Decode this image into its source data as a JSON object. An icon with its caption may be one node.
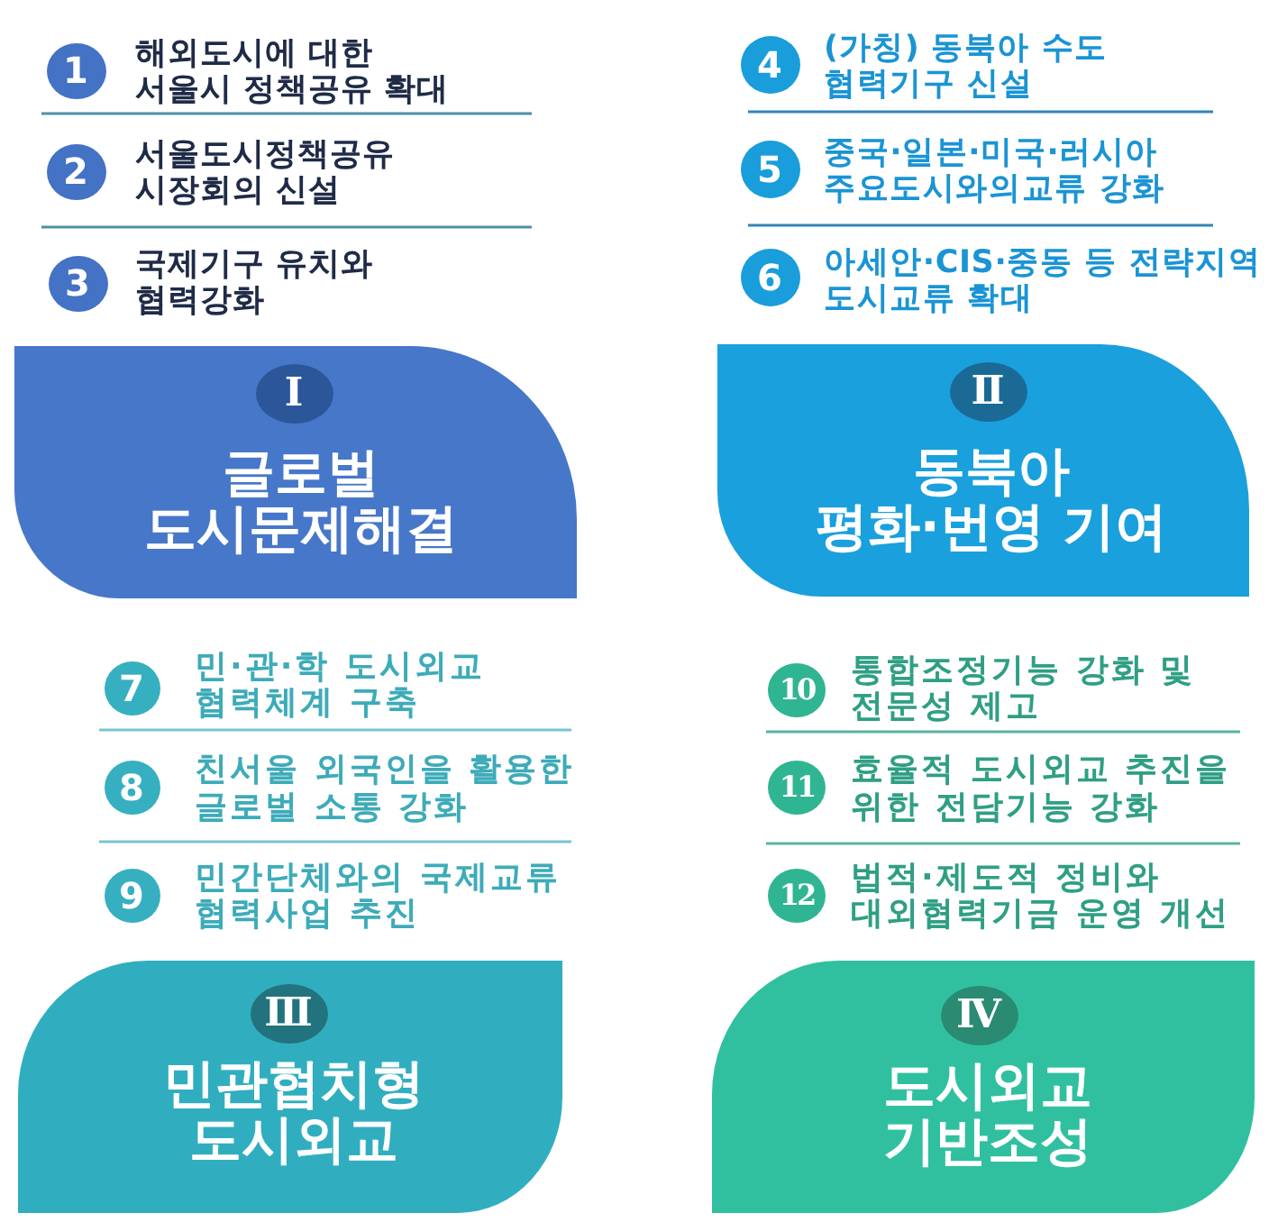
{
  "diagram": {
    "nodes": [
      {
        "text": [
          "1"
        ],
        "beside": [
          "해외도시에 대한 서울시 정책공유 확대"
        ]
      },
      {
        "text": [
          "2"
        ],
        "beside": [
          "서울도시정책공유 시장회의 신설"
        ]
      },
      {
        "text": [
          "3"
        ],
        "beside": [
          "국제기구 유치와 협력강화"
        ]
      },
      {
        "text": [
          "글로벌 도시문제해결"
        ]
      },
      {
        "text": [
          "Ⅰ"
        ],
        "in": 3
      },
      {
        "text": [
          "4"
        ],
        "beside": [
          "(가칭) 동북아 수도 협력기구 신설"
        ]
      },
      {
        "text": [
          "5"
        ],
        "beside": [
          "중국·일본·미국·러시아 주요도시와의교류 강화"
        ]
      },
      {
        "text": [
          "6"
        ],
        "beside": [
          "아세안·CIS·중동 등 전략지역 도시교류 확대"
        ]
      },
      {
        "text": [
          "동북아 평화·번영 기여"
        ]
      },
      {
        "text": [
          "Ⅱ"
        ],
        "in": 8
      },
      {
        "text": [
          "7"
        ],
        "beside": [
          "민·관·학 도시외교 협력체계 구축"
        ]
      },
      {
        "text": [
          "8"
        ],
        "beside": [
          "친서울 외국인을 활용한 글로벌 소통 강화"
        ]
      },
      {
        "text": [
          "9"
        ],
        "beside": [
          "민간단체와의 국제교류 협력사업 추진"
        ]
      },
      {
        "text": [
          "민관협치형 도시외교"
        ]
      },
      {
        "text": [
          "Ⅲ"
        ],
        "in": 13
      },
      {
        "text": [
          "10"
        ],
        "beside": [
          "통합조정기능 강화 및 전문성 제고"
        ]
      },
      {
        "text": [
          "11"
        ],
        "beside": [
          "효율적 도시외교 추진을 위한 전담기능 강화"
        ]
      },
      {
        "text": [
          "12"
        ],
        "beside": [
          "법적·제도적 정비와 대외협력기금 운영 개선"
        ]
      },
      {
        "text": [
          "도시외교 기반조성"
        ]
      },
      {
        "text": [
          "Ⅳ"
        ],
        "in": 18
      }
    ]
  }
}
